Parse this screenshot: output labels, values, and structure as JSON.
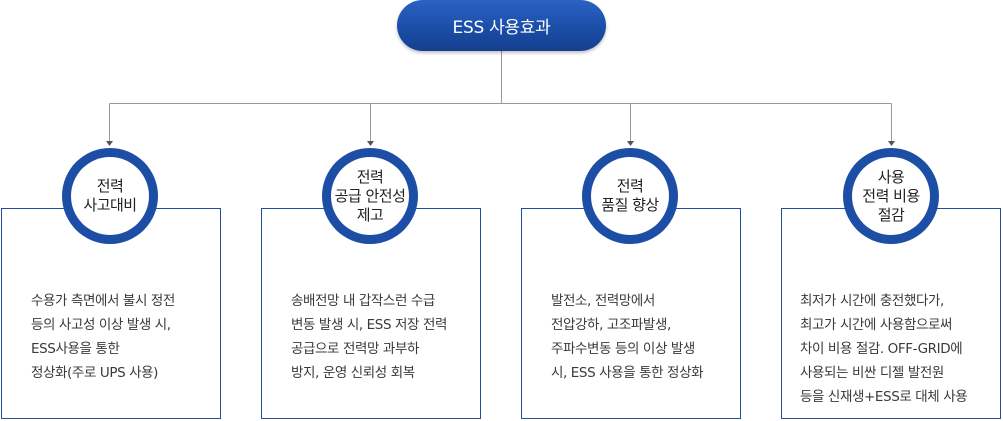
{
  "title": "ESS 사용효과",
  "colors": {
    "primary": "#1c4ea6",
    "connector": "#999999",
    "text": "#3a3a3a"
  },
  "items": [
    {
      "heading": [
        "전력",
        "사고대비"
      ],
      "body": [
        "수용가 측면에서 불시 정전",
        "등의 사고성 이상 발생 시,",
        "ESS사용을 통한",
        "정상화(주로 UPS 사용)"
      ]
    },
    {
      "heading": [
        "전력",
        "공급 안전성",
        "제고"
      ],
      "body": [
        "송배전망 내 갑작스런 수급",
        "변동 발생 시, ESS 저장 전력",
        "공급으로 전력망 과부하",
        "방지, 운영 신뢰성 회복"
      ]
    },
    {
      "heading": [
        "전력",
        "품질 향상"
      ],
      "body": [
        "발전소, 전력망에서",
        "전압강하, 고조파발생,",
        "주파수변동 등의 이상 발생",
        "시, ESS 사용을 통한 정상화"
      ]
    },
    {
      "heading": [
        "사용",
        "전력 비용",
        "절감"
      ],
      "body": [
        "최저가 시간에 충전했다가,",
        "최고가 시간에 사용함으로써",
        "차이 비용 절감. OFF-GRID에",
        "사용되는 비싼 디젤 발전원",
        "등을 신재생+ESS로 대체 사용"
      ]
    }
  ]
}
